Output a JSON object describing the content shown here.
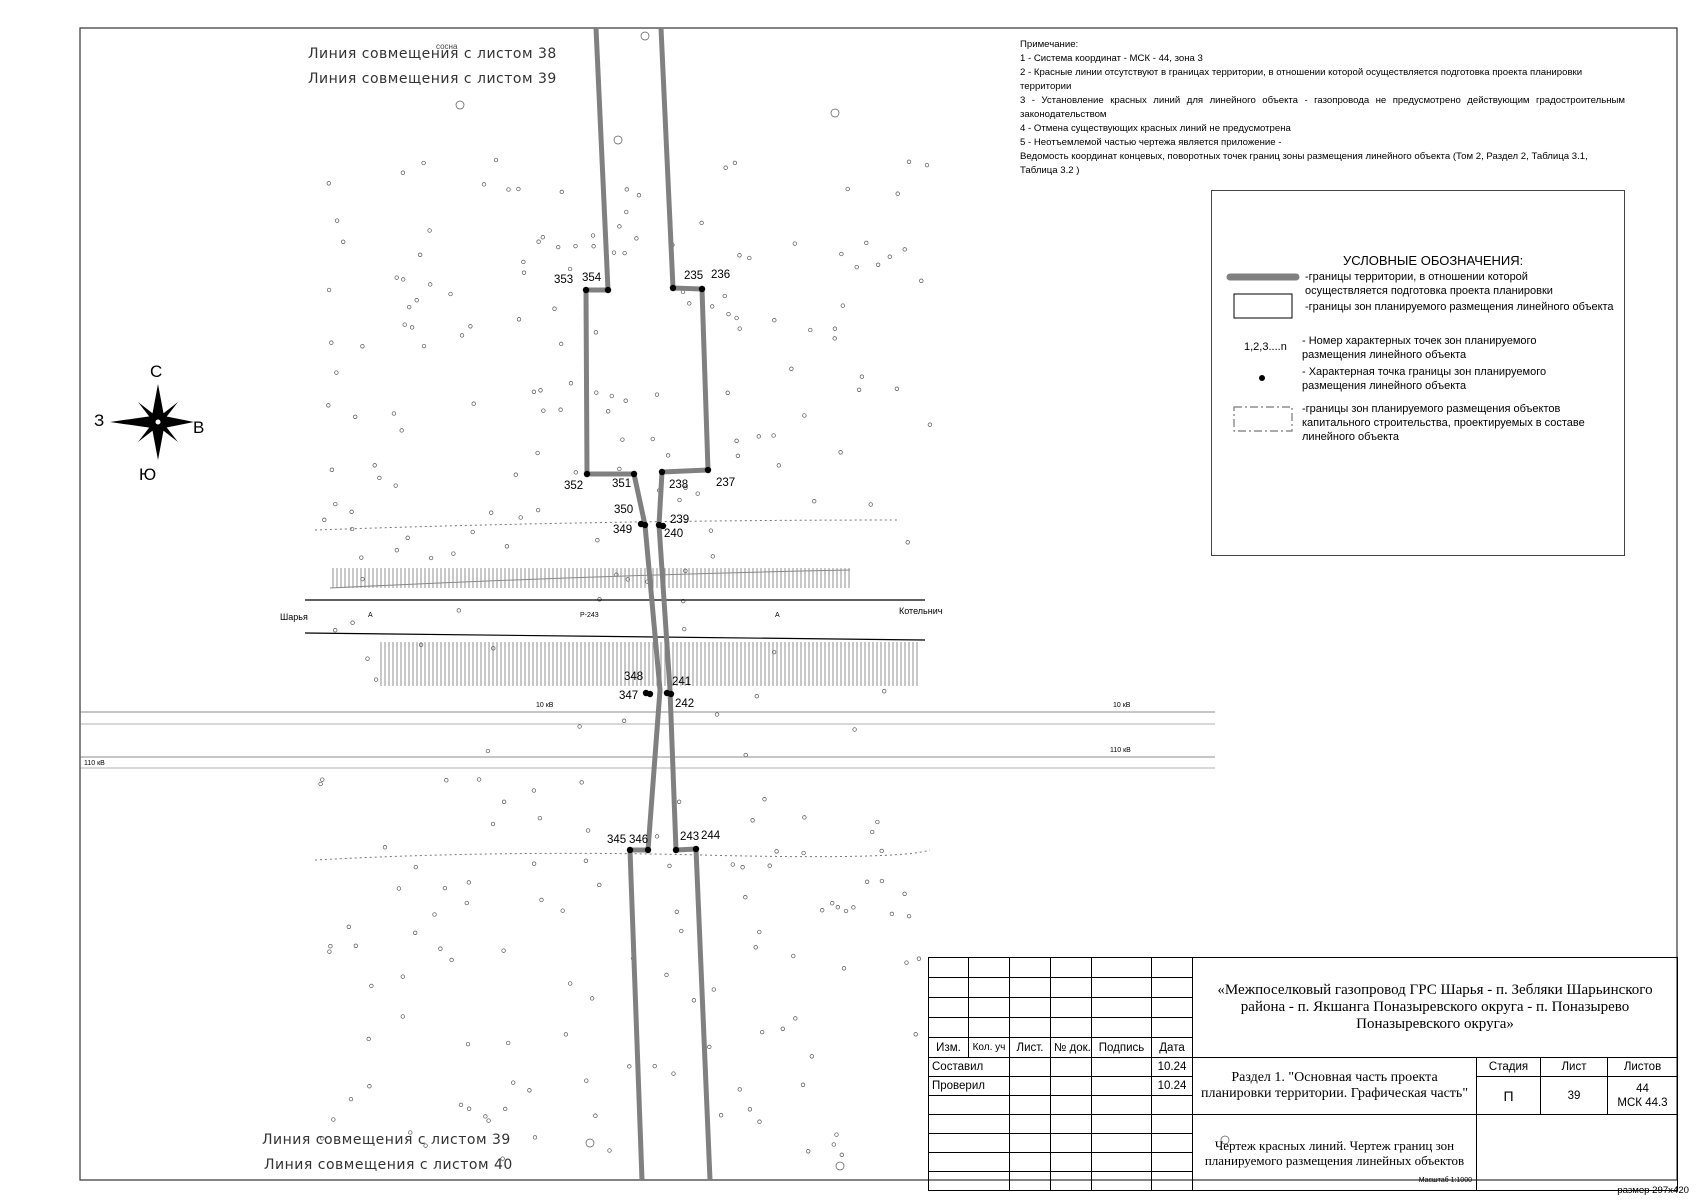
{
  "notes": {
    "heading": "Примечание:",
    "items": [
      "1 - Система координат - МСК - 44, зона 3",
      "2 - Красные линии отсутствуют в границах территории, в отношении которой осуществляется подготовка проекта планировки территории",
      "3 - Установление красных линий для линейного объекта - газопровода не предусмотрено действующим градостроительным законодательством",
      "4 - Отмена существующих красных линий не предусмотрена",
      "5 - Неотъемлемой частью чертежа является приложение -",
      "Ведомость координат концевых, поворотных точек границ зоны размещения линейного объекта (Том 2, Раздел 2, Таблица 3.1, Таблица 3.2 )"
    ]
  },
  "legend": {
    "title": "УСЛОВНЫЕ ОБОЗНАЧЕНИЯ:",
    "items": [
      "-границы территории, в отношении которой осуществляется подготовка проекта планировки",
      "-границы зон планируемого размещения линейного объекта",
      "- Номер характерных точек зон планируемого размещения линейного объекта",
      "- Характерная точка границы зон планируемого размещения линейного объекта",
      "-границы зон планируемого размещения объектов капитального строительства, проектируемых в составе линейного объекта"
    ],
    "point_number_sample": "1,2,3....n"
  },
  "map": {
    "combine_top_1": "Линия совмещения с листом 38",
    "combine_top_2": "Линия совмещения с листом 39",
    "combine_bottom_1": "Линия совмещения с листом 39",
    "combine_bottom_2": "Линия совмещения с листом 40",
    "compass": {
      "north": "С",
      "south": "Ю",
      "west": "З",
      "east": "В"
    },
    "road_left": "Шарья",
    "road_right": "Котельнич",
    "road_name": "Р-243",
    "road_marks": [
      "А",
      "А"
    ],
    "power_10kv": "10 кВ",
    "power_110kv": "110 кВ",
    "tree_label": "сосна",
    "points": [
      "353",
      "354",
      "235",
      "236",
      "352",
      "351",
      "238",
      "237",
      "350",
      "349",
      "239",
      "240",
      "348",
      "347",
      "241",
      "242",
      "345",
      "346",
      "243",
      "244"
    ]
  },
  "stamp": {
    "headers": [
      "Изм.",
      "Кол. уч",
      "Лист.",
      "№ док.",
      "Подпись",
      "Дата"
    ],
    "rows": [
      {
        "role": "Составил",
        "date": "10.24"
      },
      {
        "role": "Проверил",
        "date": "10.24"
      }
    ],
    "project_title": "«Межпоселковый газопровод ГРС Шарья - п. Зебляки Шарьинского района - п. Якшанга Поназыревского округа - п. Поназырево Поназыревского округа»",
    "section_title": "Раздел 1. \"Основная часть проекта планировки территории. Графическая часть\"",
    "drawing_title": "Чертеж красных линий. Чертеж границ зон планируемого размещения линейных объектов",
    "scale": "Масштаб 1:1000",
    "stage_label": "Стадия",
    "sheet_label": "Лист",
    "sheets_label": "Листов",
    "stage_value": "П",
    "sheet_value": "39",
    "sheets_value": "44",
    "sheets_code": "МСК 44.3"
  },
  "sheet_size": "размер 297x420"
}
